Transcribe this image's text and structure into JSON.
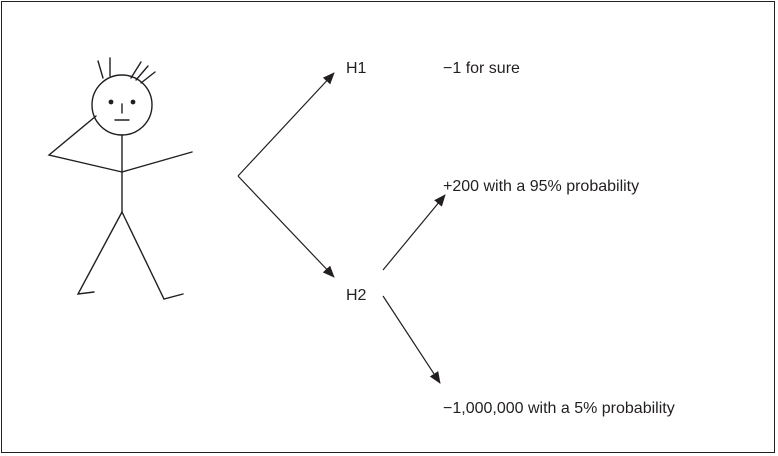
{
  "diagram": {
    "nodes": {
      "h1": "H1",
      "h2": "H2"
    },
    "outcomes": {
      "h1_outcome": "−1 for sure",
      "h2_gain": "+200 with a 95% probability",
      "h2_loss": "−1,000,000 with a 5% probability"
    },
    "line_color": "#231f20"
  }
}
